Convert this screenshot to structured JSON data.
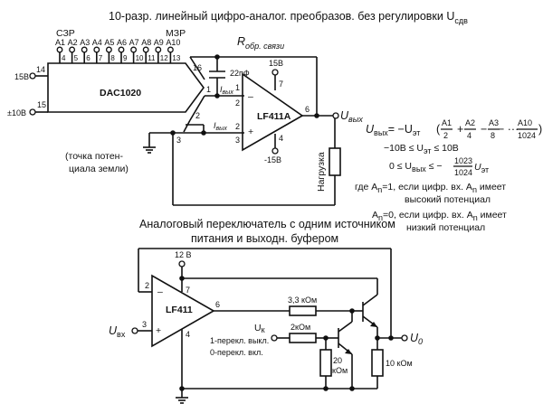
{
  "diagram1": {
    "title": "10-разр. линейный цифро-аналог. преобразов. без регулировки U",
    "title_sub": "сдв",
    "lsb_label": "СЗР",
    "msb_label": "МЗР",
    "inputs": [
      "A1",
      "A2",
      "A3",
      "A4",
      "A5",
      "A6",
      "A7",
      "A8",
      "A9",
      "A10"
    ],
    "pins": [
      "4",
      "5",
      "6",
      "7",
      "8",
      "9",
      "10",
      "11",
      "12",
      "13"
    ],
    "dac_label": "DAC1020",
    "supply_label": "15В",
    "supply_pin": "14",
    "ref_label": "±10В",
    "ref_pin": "15",
    "pin16": "16",
    "pin1": "1",
    "pin2": "2",
    "pin3": "3",
    "feedback_label": "R",
    "feedback_sub": "обр. связи",
    "cap_label": "22пФ",
    "iout_label": "I",
    "iout_sub": "вых",
    "opamp_label": "LF411A",
    "op_pin1": "1",
    "op_pin2a": "2",
    "op_pin2b": "2",
    "op_pin3": "3",
    "op_pin7": "7",
    "op_pin4": "4",
    "op_pin6": "6",
    "vplus": "15В",
    "vminus": "-15В",
    "minus_sign": "–",
    "plus_sign": "+",
    "output_label": "U",
    "output_sub": "вых",
    "load_label": "Нагрузка",
    "ground_note_1": "(точка потен-",
    "ground_note_2": "циала земли)"
  },
  "formulas": {
    "line1_lhs": "U",
    "line1_lhs_sub": "вых",
    "line1_eq": "= −U",
    "line1_eq_sub": "эт",
    "fractions": [
      {
        "num": "A1",
        "den": "2",
        "op": "("
      },
      {
        "num": "A2",
        "den": "4",
        "op": "+"
      },
      {
        "num": "A3",
        "den": "8",
        "op": "−"
      },
      {
        "num": "A10",
        "den": "1024",
        "op": "− ···"
      }
    ],
    "line2": "−10В ≤ U",
    "line2_sub": "эт",
    "line2_end": " ≤ 10В",
    "line3_a": "0 ≤ U",
    "line3_sub": "вых",
    "line3_b": " ≤ −",
    "line3_num": "1023",
    "line3_den": "1024",
    "line3_c": "U",
    "line3_csub": "эт",
    "line4a": "где A",
    "line4_sub": "n",
    "line4b": "=1, если цифр. вх. A",
    "line4c": " имеет",
    "line5": "высокий потенциал",
    "line6a": "A",
    "line6b": "=0, если цифр. вх. A",
    "line6c": " имеет",
    "line7": "низкий потенциал"
  },
  "diagram2": {
    "title_1": "Аналоговый переключатель с одним источником",
    "title_2": "питания и выходн. буфером",
    "supply_label": "12 В",
    "opamp_label": "LF411",
    "pin2": "2",
    "pin3": "3",
    "pin4": "4",
    "pin6": "6",
    "pin7": "7",
    "minus_sign": "–",
    "plus_sign": "+",
    "input_label": "U",
    "input_sub": "вх",
    "r1_label": "3,3 кОм",
    "r2_label": "2кОм",
    "r3_label_1": "20",
    "r3_label_2": "кОм",
    "r4_label": "10 кОм",
    "ctrl_label": "U",
    "ctrl_sub": "к",
    "ctrl_note_1": "1-перекл. выкл.",
    "ctrl_note_2": "0-перекл. вкл.",
    "output_label": "U",
    "output_sub": "0"
  }
}
